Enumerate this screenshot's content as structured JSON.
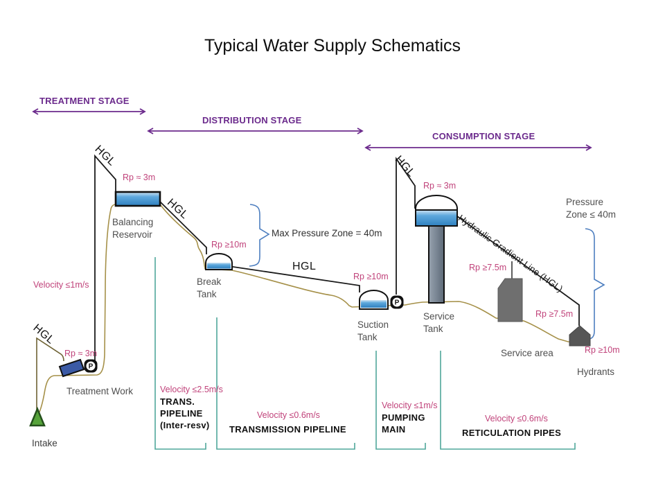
{
  "title": "Typical Water Supply Schematics",
  "stages": {
    "treatment": "TREATMENT STAGE",
    "distribution": "DISTRIBUTION STAGE",
    "consumption": "CONSUMPTION STAGE"
  },
  "hgl": {
    "short": "HGL",
    "full": "Hydraulic Gradient Line (HGL)"
  },
  "components": {
    "balancing_reservoir": "Balancing\nReservoir",
    "break_tank": "Break\nTank",
    "suction_tank": "Suction\nTank",
    "service_tank": "Service\nTank",
    "treatment_work": "Treatment Work",
    "intake": "Intake",
    "service_area": "Service area",
    "hydrants": "Hydrants",
    "pump_glyph": "P"
  },
  "annotations": {
    "rp_3m": "Rp ≈ 3m",
    "rp_10m": "Rp ≥10m",
    "rp_75m": "Rp ≥7.5m",
    "velocity_1ms": "Velocity ≤1m/s",
    "velocity_25ms": "Velocity ≤2.5m/s",
    "velocity_06ms": "Velocity ≤0.6m/s",
    "max_pressure_zone": "Max Pressure Zone = 40m",
    "pressure_zone": "Pressure\nZone ≤ 40m"
  },
  "pipelines": {
    "trans": "TRANS.\nPIPELINE\n(Inter-resv)",
    "transmission": "TRANSMISSION PIPELINE",
    "pumping_main": "PUMPING\nMAIN",
    "reticulation": "RETICULATION PIPES"
  },
  "colors": {
    "stage_purple": "#6B2A8C",
    "annotation_pink": "#C0427A",
    "terrain_olive": "#A59048",
    "bracket_teal": "#4FA79A",
    "brace_blue": "#4D7EBF",
    "water_blue": "#3E97D3",
    "label_gray": "#4f4f4f"
  }
}
